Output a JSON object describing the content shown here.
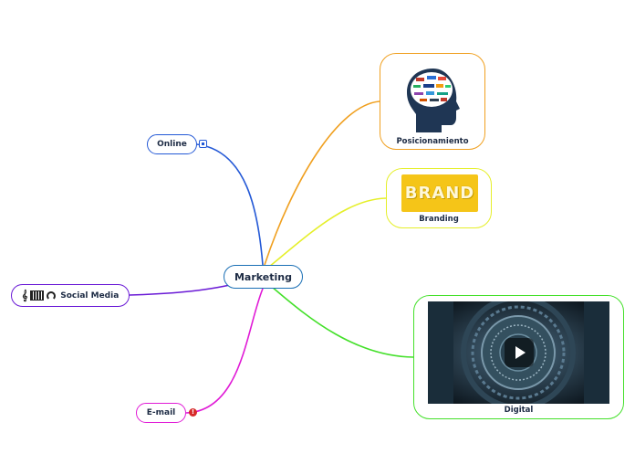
{
  "center": {
    "label": "Marketing",
    "color": "#1a6fb5"
  },
  "branches": {
    "online": {
      "label": "Online",
      "color": "#2459d6"
    },
    "social": {
      "label": "Social Media",
      "color": "#6a1ad6",
      "icons": [
        "music-score-icon",
        "piano-icon",
        "headphones-icon"
      ]
    },
    "email": {
      "label": "E-mail",
      "color": "#e01ad6",
      "marker": "!"
    },
    "posicionamiento": {
      "label": "Posicionamiento",
      "color": "#f0a020"
    },
    "branding": {
      "label": "Branding",
      "color": "#e5ef2a",
      "image_text": "BRAND"
    },
    "digital": {
      "label": "Digital",
      "color": "#44e02a"
    }
  }
}
